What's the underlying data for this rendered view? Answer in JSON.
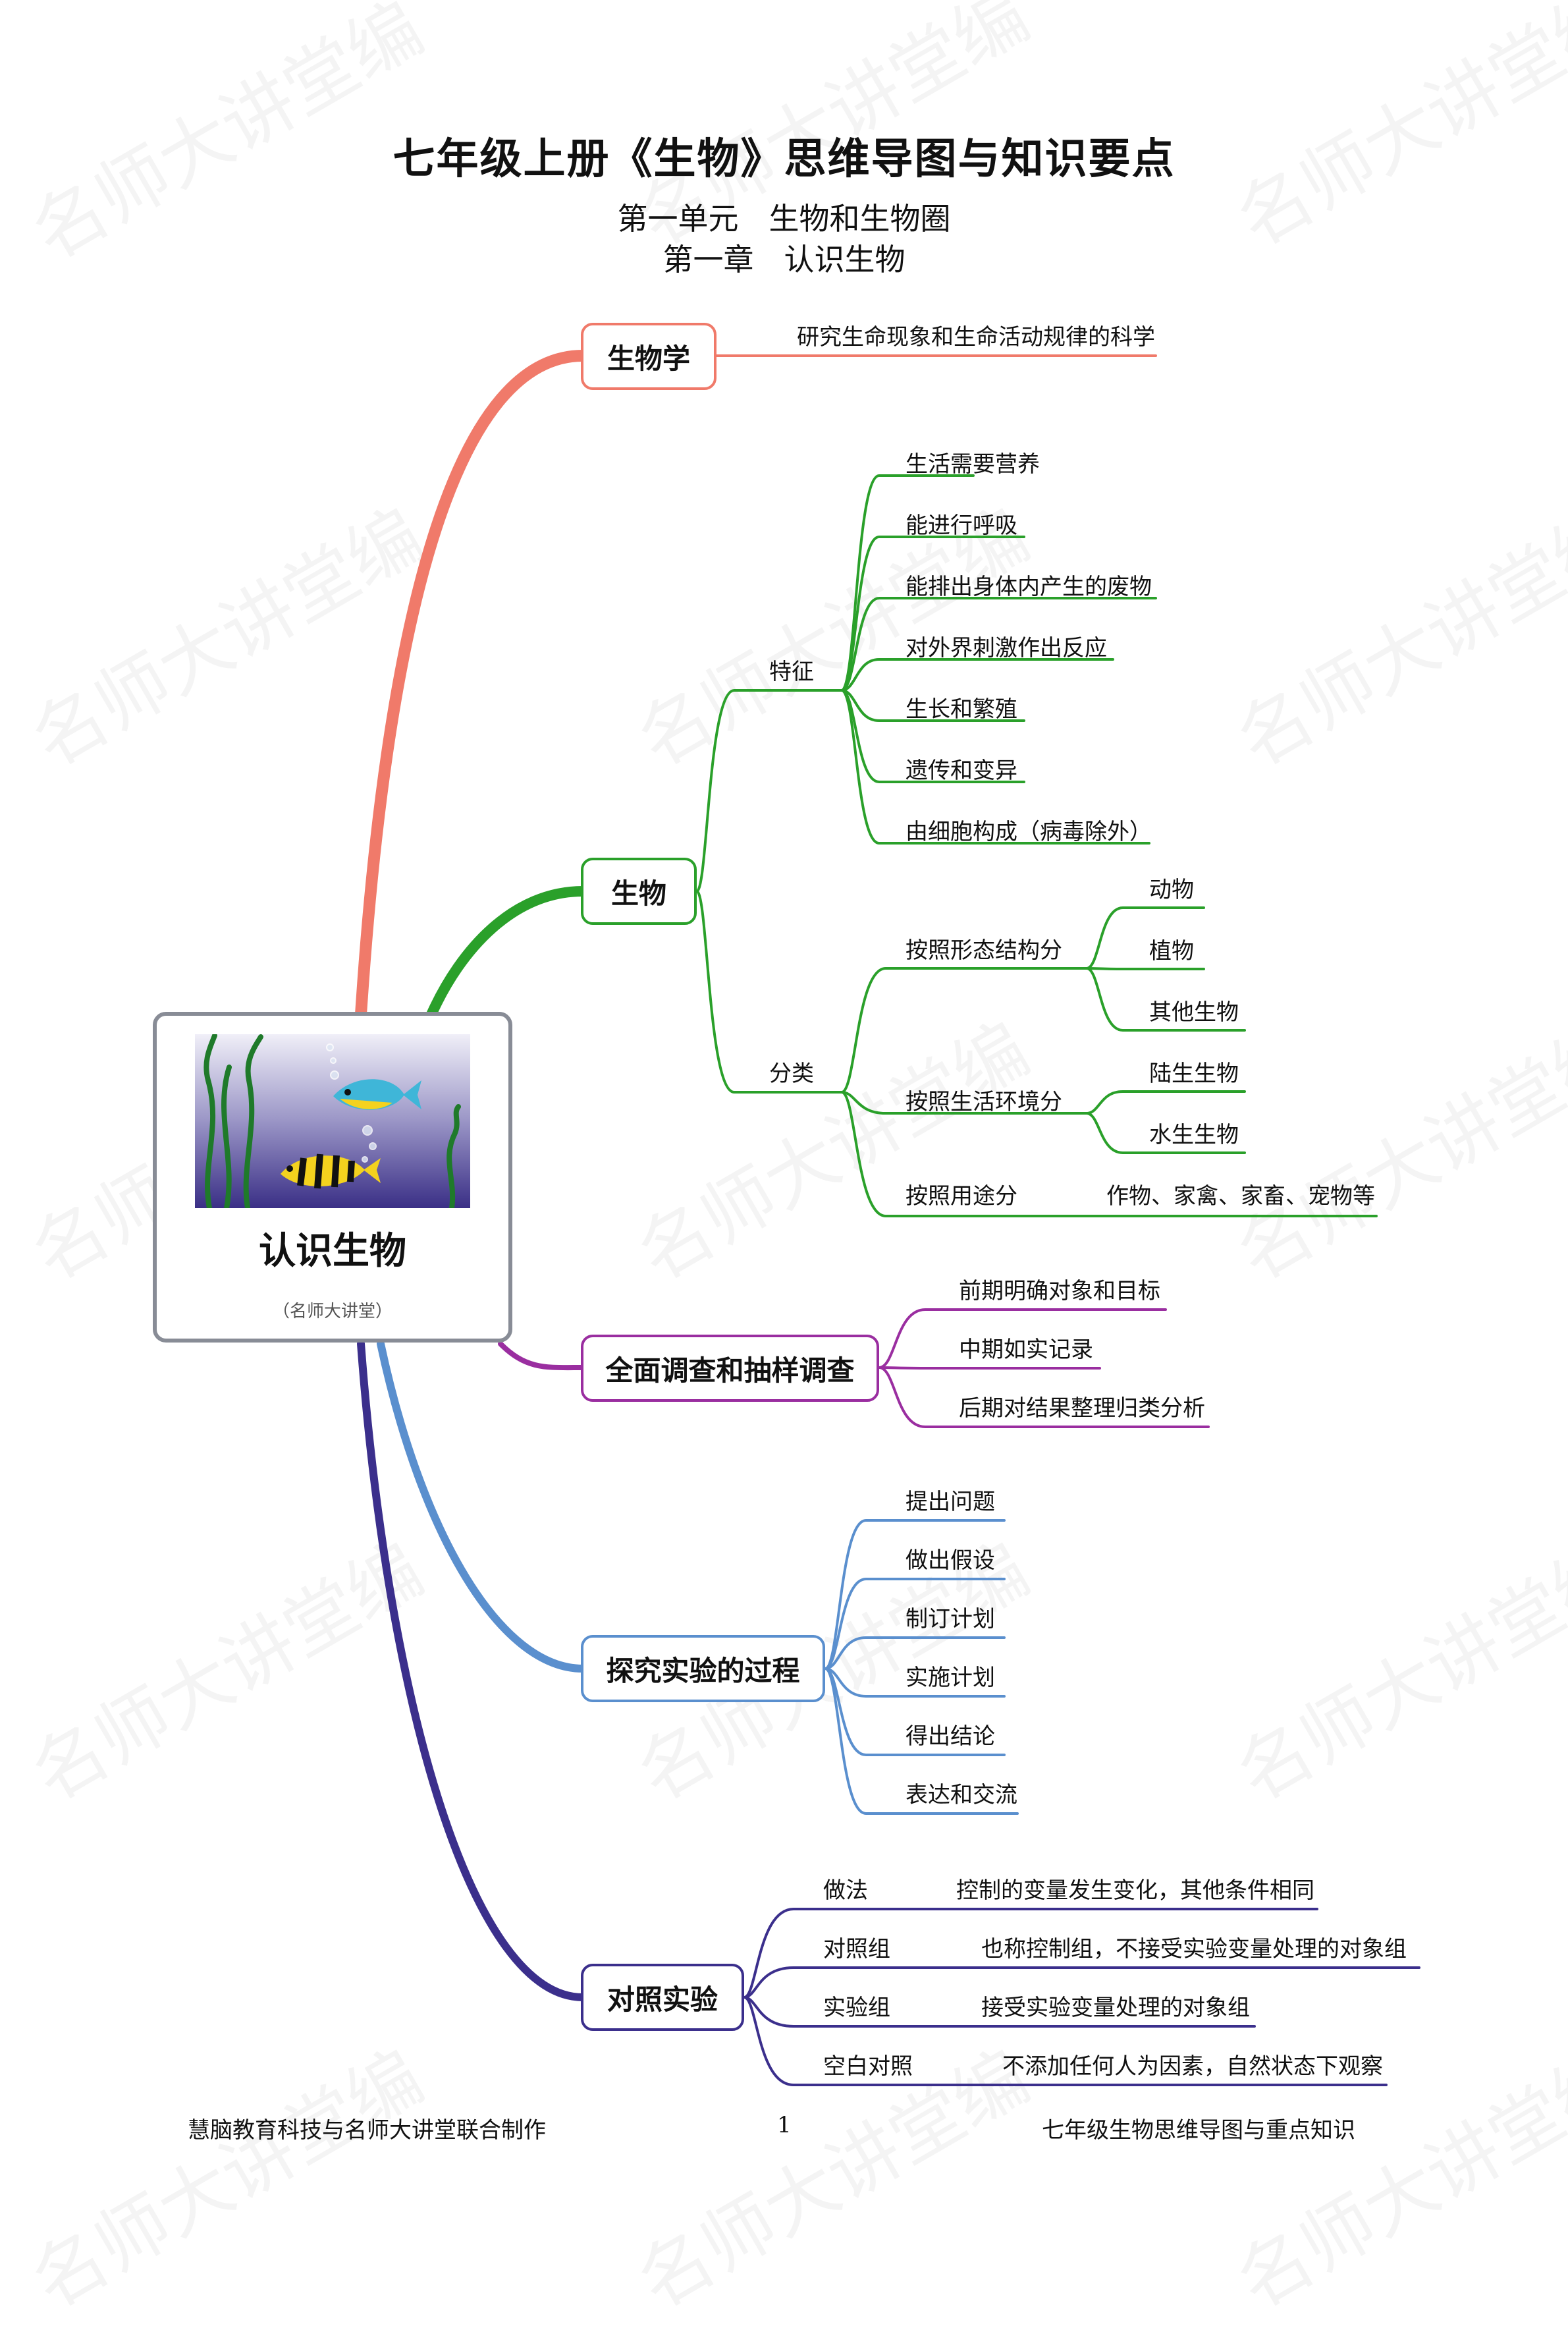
{
  "header": {
    "title": "七年级上册《生物》思维导图与知识要点",
    "unit": "第一单元　生物和生物圈",
    "chapter": "第一章　认识生物"
  },
  "center": {
    "title": "认识生物",
    "note": "（名师大讲堂）"
  },
  "branches": {
    "biology": {
      "label": "生物学",
      "color": "#f07a6a",
      "definition": "研究生命现象和生命活动规律的科学"
    },
    "organism": {
      "label": "生物",
      "color": "#2aa02a",
      "features_label": "特征",
      "features": [
        "生活需要营养",
        "能进行呼吸",
        "能排出身体内产生的废物",
        "对外界刺激作出反应",
        "生长和繁殖",
        "遗传和变异",
        "由细胞构成（病毒除外）"
      ],
      "classify_label": "分类",
      "by_form": {
        "label": "按照形态结构分",
        "items": [
          "动物",
          "植物",
          "其他生物"
        ]
      },
      "by_env": {
        "label": "按照生活环境分",
        "items": [
          "陆生生物",
          "水生生物"
        ]
      },
      "by_use": {
        "label": "按照用途分",
        "value": "作物、家禽、家畜、宠物等"
      }
    },
    "survey": {
      "label": "全面调查和抽样调查",
      "color": "#9a2ea0",
      "items": [
        "前期明确对象和目标",
        "中期如实记录",
        "后期对结果整理归类分析"
      ]
    },
    "experiment": {
      "label": "探究实验的过程",
      "color": "#5a8fce",
      "items": [
        "提出问题",
        "做出假设",
        "制订计划",
        "实施计划",
        "得出结论",
        "表达和交流"
      ]
    },
    "control": {
      "label": "对照实验",
      "color": "#3b2f8c",
      "rows": [
        {
          "key": "做法",
          "value": "控制的变量发生变化，其他条件相同"
        },
        {
          "key": "对照组",
          "value": "也称控制组，不接受实验变量处理的对象组"
        },
        {
          "key": "实验组",
          "value": "接受实验变量处理的对象组"
        },
        {
          "key": "空白对照",
          "value": "不添加任何人为因素，自然状态下观察"
        }
      ]
    }
  },
  "watermark": "名师大讲堂编",
  "footer": {
    "left": "慧脑教育科技与名师大讲堂联合制作",
    "page": "1",
    "right": "七年级生物思维导图与重点知识"
  }
}
